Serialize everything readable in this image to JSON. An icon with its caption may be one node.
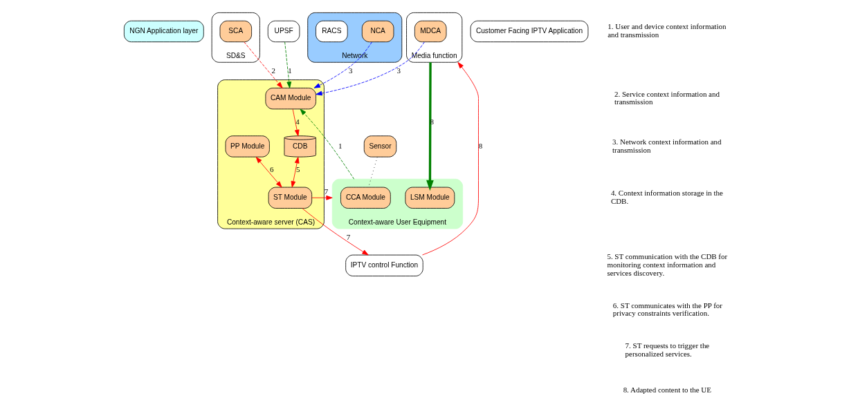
{
  "diagram": {
    "nodes": [
      {
        "text": [
          "NGN Application layer"
        ]
      },
      {
        "text": [
          "SD&S"
        ]
      },
      {
        "text": [
          "SCA"
        ],
        "in": 1
      },
      {
        "text": [
          "UPSF"
        ]
      },
      {
        "text": [
          "Context-aware User Equipment"
        ]
      },
      {
        "text": [
          "CCA Module"
        ],
        "in": 4
      },
      {
        "text": [
          "LSM Module"
        ],
        "in": 4
      },
      {
        "text": [
          "Sensor"
        ]
      },
      {
        "text": [
          "Customer Facing IPTV Application"
        ]
      },
      {
        "text": [
          "Context-aware server (CAS)"
        ]
      },
      {
        "text": [
          "CAM Module"
        ],
        "in": 9
      },
      {
        "text": [
          "CDB"
        ],
        "in": 9
      },
      {
        "text": [
          "PP Module"
        ],
        "in": 9
      },
      {
        "text": [
          "ST Module"
        ],
        "in": 9
      },
      {
        "text": [
          "IPTV control Function"
        ]
      },
      {
        "text": [
          "Media function"
        ]
      },
      {
        "text": [
          "MDCA"
        ],
        "in": 15
      },
      {
        "text": [
          "Network"
        ]
      },
      {
        "text": [
          "NCA"
        ],
        "in": 17
      },
      {
        "text": [
          "RACS"
        ],
        "in": 17
      }
    ],
    "edges": [
      {
        "from": 4,
        "to": 10,
        "arrow": "to",
        "label": "1",
        "style": "dashed",
        "color": "#008000"
      },
      {
        "from": 3,
        "to": 10,
        "arrow": "to",
        "label": "1",
        "style": "dashed",
        "color": "#008000"
      },
      {
        "from": 2,
        "to": 10,
        "arrow": "to",
        "label": "2",
        "style": "dashed"
      },
      {
        "from": 10,
        "to": 11,
        "arrow": "to",
        "label": "4"
      },
      {
        "from": 11,
        "to": 13,
        "arrow": "both",
        "label": "5"
      },
      {
        "from": 12,
        "to": 13,
        "arrow": "both",
        "label": "6"
      },
      {
        "from": 13,
        "to": 4,
        "arrow": "to",
        "label": "7"
      },
      {
        "from": 13,
        "to": 14,
        "arrow": "to",
        "label": "7"
      },
      {
        "from": 16,
        "to": 10,
        "arrow": "to",
        "label": "3",
        "style": "dashed",
        "color": "#0000ff"
      },
      {
        "from": 18,
        "to": 10,
        "arrow": "to",
        "label": "3",
        "style": "dashed",
        "color": "#0000ff"
      },
      {
        "from": 14,
        "to": 15,
        "arrow": "to",
        "label": "8"
      },
      {
        "from": 15,
        "to": 6,
        "arrow": "to",
        "label": "8",
        "style": "thick",
        "color": "#008000"
      },
      {
        "from": 7,
        "to": 5,
        "arrow": "none",
        "style": "dashed",
        "color": "#000000"
      }
    ],
    "labels": [
      "1. User and device context information and transmission",
      "2. Service context information and transmission",
      "3. Network context information and transmission",
      "4. Context information storage in the CDB.",
      "5. ST communication with the CDB for monitoring context information and services discovery.",
      "6. ST communicates with the PP for privacy constraints verification.",
      "7. ST requests to trigger the personalized services.",
      "8. Adapted content to the UE"
    ]
  }
}
